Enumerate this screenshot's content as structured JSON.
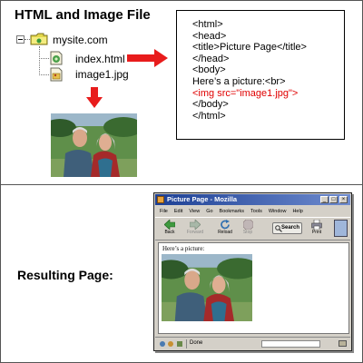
{
  "heading": "HTML and Image File",
  "file_tree": {
    "root": "mysite.com",
    "files": [
      "index.html",
      "image1.jpg"
    ]
  },
  "code_lines": [
    {
      "text": "<html>",
      "highlight": false
    },
    {
      "text": "<head>",
      "highlight": false
    },
    {
      "text": "<title>Picture Page</title>",
      "highlight": false
    },
    {
      "text": "</head>",
      "highlight": false
    },
    {
      "text": "<body>",
      "highlight": false
    },
    {
      "text": "Here’s a picture:<br>",
      "highlight": false
    },
    {
      "text": "<img src=\"image1.jpg\">",
      "highlight": true
    },
    {
      "text": "</body>",
      "highlight": false
    },
    {
      "text": "</html>",
      "highlight": false
    }
  ],
  "result_label": "Resulting Page:",
  "browser": {
    "title": "Picture Page - Mozilla",
    "menu": [
      "File",
      "Edit",
      "View",
      "Go",
      "Bookmarks",
      "Tools",
      "Window",
      "Help"
    ],
    "toolbar": {
      "back": "Back",
      "forward": "Forward",
      "reload": "Reload",
      "stop": "Stop",
      "search": "Search",
      "print": "Print"
    },
    "content_text": "Here’s a picture:",
    "status": "Done"
  },
  "colors": {
    "arrow": "#e81c1c",
    "highlight": "#e00000"
  }
}
